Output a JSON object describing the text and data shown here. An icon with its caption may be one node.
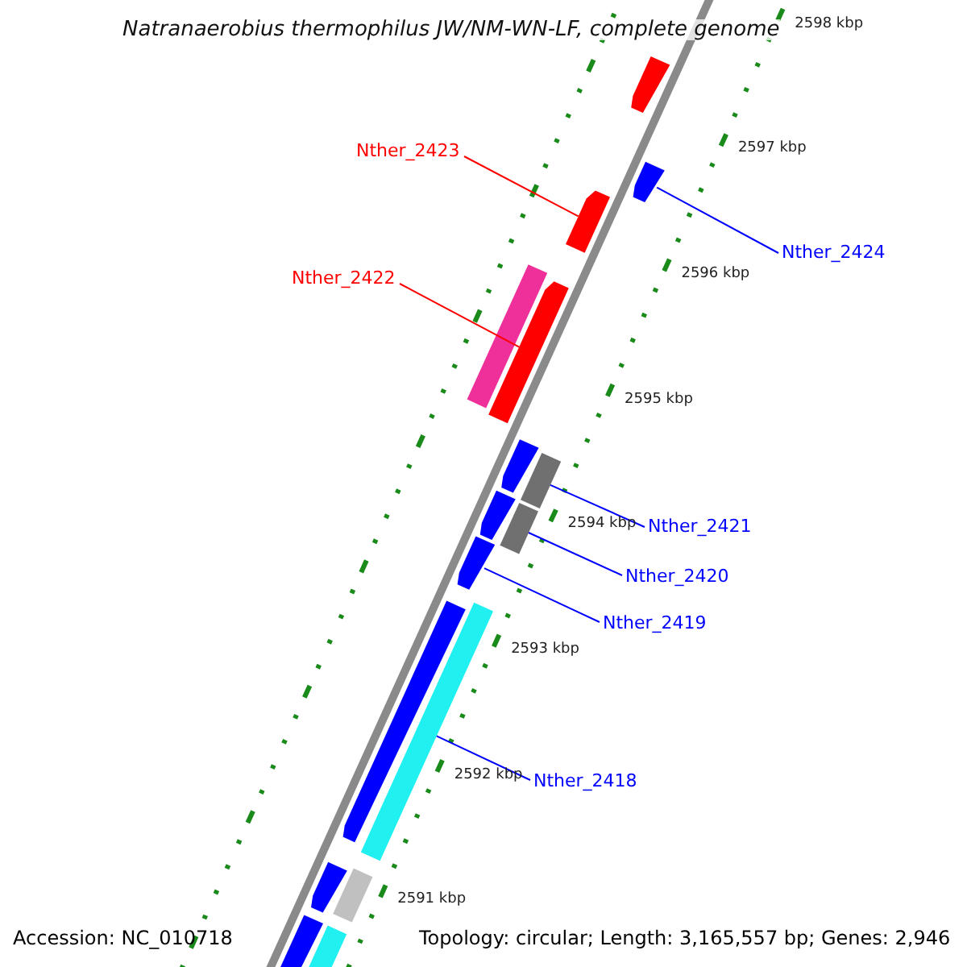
{
  "diagram": {
    "title": "Natranaerobius thermophilus JW/NM-WN-LF, complete genome",
    "nodes": [
      {
        "text": [
          "Nther_2423"
        ]
      },
      {
        "text": [
          "Nther_2424"
        ]
      },
      {
        "text": [
          "Nther_2422"
        ]
      },
      {
        "text": [
          "Nther_2421"
        ]
      },
      {
        "text": [
          "Nther_2420"
        ]
      },
      {
        "text": [
          "Nther_2419"
        ]
      },
      {
        "text": [
          "Nther_2418"
        ]
      },
      {
        "text": [],
        "shape": "pentagon"
      },
      {
        "text": [],
        "shape": "pentagon"
      },
      {
        "text": [],
        "shape": "pentagon"
      },
      {
        "text": [],
        "shape": "bar"
      },
      {
        "text": [],
        "shape": "bar"
      },
      {
        "text": [],
        "shape": "pentagon"
      },
      {
        "text": [],
        "shape": "bar"
      },
      {
        "text": [],
        "shape": "pentagon"
      },
      {
        "text": [],
        "shape": "bar"
      },
      {
        "text": [],
        "shape": "pentagon"
      },
      {
        "text": [],
        "shape": "pentagon"
      },
      {
        "text": [],
        "shape": "pentagon"
      },
      {
        "text": [],
        "shape": "pentagon"
      },
      {
        "text": [],
        "shape": "bar"
      },
      {
        "text": [],
        "shape": "pentagon"
      },
      {
        "text": [],
        "shape": "bar"
      }
    ],
    "edges": [
      {
        "from": 0,
        "to": 7,
        "arrow": "none",
        "color": "#ff0000"
      },
      {
        "from": 1,
        "to": 8,
        "arrow": "none"
      },
      {
        "from": 2,
        "to": 9,
        "arrow": "none",
        "color": "#ff0000"
      },
      {
        "from": 3,
        "to": 10,
        "arrow": "none"
      },
      {
        "from": 4,
        "to": 11,
        "arrow": "none"
      },
      {
        "from": 5,
        "to": 12,
        "arrow": "none"
      },
      {
        "from": 6,
        "to": 13,
        "arrow": "none"
      }
    ],
    "labels": [
      "2598 kbp",
      "2597 kbp",
      "2596 kbp",
      "2595 kbp",
      "2594 kbp",
      "2593 kbp",
      "2592 kbp",
      "2591 kbp",
      "Accession: NC_010718",
      "Topology: circular; Length: 3,165,557 bp; Genes: 2,946"
    ]
  }
}
